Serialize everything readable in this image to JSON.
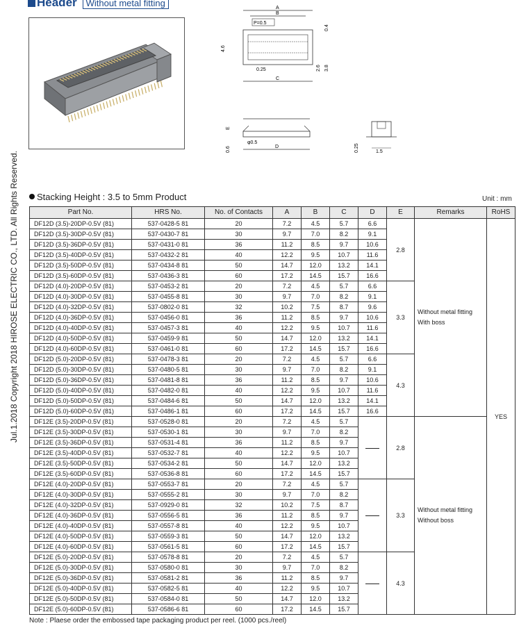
{
  "side_copyright": "Jul.1.2018  Copyright 2018 HIROSE ELECTRIC CO., LTD. All Rights Reserved.",
  "header": {
    "title": "Header",
    "subtitle": "Without metal fitting"
  },
  "drawing_labels": {
    "top": {
      "A": "A",
      "B": "B",
      "P": "P=0.5",
      "d04": "0.4",
      "d46": "4.6",
      "d025": "0.25",
      "C": "C",
      "d26": "2.6",
      "d38": "3.8"
    },
    "bottom": {
      "E": "E",
      "d06": "0.6",
      "phi": "φ0.5",
      "D": "D",
      "d025": "0.25",
      "d15": "1.5"
    }
  },
  "section_title": "Stacking Height : 3.5 to 5mm Product",
  "unit": "Unit : mm",
  "columns": [
    "Part No.",
    "HRS No.",
    "No. of Contacts",
    "A",
    "B",
    "C",
    "D",
    "E",
    "Remarks",
    "RoHS"
  ],
  "groups": [
    {
      "e": "2.8",
      "rows": [
        [
          "DF12D (3.5)-20DP-0.5V (81)",
          "537-0428-5 81",
          "20",
          "7.2",
          "4.5",
          "5.7",
          "6.6"
        ],
        [
          "DF12D (3.5)-30DP-0.5V (81)",
          "537-0430-7 81",
          "30",
          "9.7",
          "7.0",
          "8.2",
          "9.1"
        ],
        [
          "DF12D (3.5)-36DP-0.5V (81)",
          "537-0431-0 81",
          "36",
          "11.2",
          "8.5",
          "9.7",
          "10.6"
        ],
        [
          "DF12D (3.5)-40DP-0.5V (81)",
          "537-0432-2 81",
          "40",
          "12.2",
          "9.5",
          "10.7",
          "11.6"
        ],
        [
          "DF12D (3.5)-50DP-0.5V (81)",
          "537-0434-8 81",
          "50",
          "14.7",
          "12.0",
          "13.2",
          "14.1"
        ],
        [
          "DF12D (3.5)-60DP-0.5V (81)",
          "537-0436-3 81",
          "60",
          "17.2",
          "14.5",
          "15.7",
          "16.6"
        ]
      ]
    },
    {
      "e": "3.3",
      "rows": [
        [
          "DF12D (4.0)-20DP-0.5V (81)",
          "537-0453-2 81",
          "20",
          "7.2",
          "4.5",
          "5.7",
          "6.6"
        ],
        [
          "DF12D (4.0)-30DP-0.5V (81)",
          "537-0455-8 81",
          "30",
          "9.7",
          "7.0",
          "8.2",
          "9.1"
        ],
        [
          "DF12D (4.0)-32DP-0.5V (81)",
          "537-0802-0 81",
          "32",
          "10.2",
          "7.5",
          "8.7",
          "9.6"
        ],
        [
          "DF12D (4.0)-36DP-0.5V (81)",
          "537-0456-0 81",
          "36",
          "11.2",
          "8.5",
          "9.7",
          "10.6"
        ],
        [
          "DF12D (4.0)-40DP-0.5V (81)",
          "537-0457-3 81",
          "40",
          "12.2",
          "9.5",
          "10.7",
          "11.6"
        ],
        [
          "DF12D (4.0)-50DP-0.5V (81)",
          "537-0459-9 81",
          "50",
          "14.7",
          "12.0",
          "13.2",
          "14.1"
        ],
        [
          "DF12D (4.0)-60DP-0.5V (81)",
          "537-0461-0 81",
          "60",
          "17.2",
          "14.5",
          "15.7",
          "16.6"
        ]
      ]
    },
    {
      "e": "4.3",
      "rows": [
        [
          "DF12D (5.0)-20DP-0.5V (81)",
          "537-0478-3 81",
          "20",
          "7.2",
          "4.5",
          "5.7",
          "6.6"
        ],
        [
          "DF12D (5.0)-30DP-0.5V (81)",
          "537-0480-5 81",
          "30",
          "9.7",
          "7.0",
          "8.2",
          "9.1"
        ],
        [
          "DF12D (5.0)-36DP-0.5V (81)",
          "537-0481-8 81",
          "36",
          "11.2",
          "8.5",
          "9.7",
          "10.6"
        ],
        [
          "DF12D (5.0)-40DP-0.5V (81)",
          "537-0482-0 81",
          "40",
          "12.2",
          "9.5",
          "10.7",
          "11.6"
        ],
        [
          "DF12D (5.0)-50DP-0.5V (81)",
          "537-0484-6 81",
          "50",
          "14.7",
          "12.0",
          "13.2",
          "14.1"
        ],
        [
          "DF12D (5.0)-60DP-0.5V (81)",
          "537-0486-1 81",
          "60",
          "17.2",
          "14.5",
          "15.7",
          "16.6"
        ]
      ]
    },
    {
      "e": "2.8",
      "rows": [
        [
          "DF12E (3.5)-20DP-0.5V (81)",
          "537-0528-0 81",
          "20",
          "7.2",
          "4.5",
          "5.7"
        ],
        [
          "DF12E (3.5)-30DP-0.5V (81)",
          "537-0530-1 81",
          "30",
          "9.7",
          "7.0",
          "8.2"
        ],
        [
          "DF12E (3.5)-36DP-0.5V (81)",
          "537-0531-4 81",
          "36",
          "11.2",
          "8.5",
          "9.7"
        ],
        [
          "DF12E (3.5)-40DP-0.5V (81)",
          "537-0532-7 81",
          "40",
          "12.2",
          "9.5",
          "10.7"
        ],
        [
          "DF12E (3.5)-50DP-0.5V (81)",
          "537-0534-2 81",
          "50",
          "14.7",
          "12.0",
          "13.2"
        ],
        [
          "DF12E (3.5)-60DP-0.5V (81)",
          "537-0536-8 81",
          "60",
          "17.2",
          "14.5",
          "15.7"
        ]
      ]
    },
    {
      "e": "3.3",
      "rows": [
        [
          "DF12E (4.0)-20DP-0.5V (81)",
          "537-0553-7 81",
          "20",
          "7.2",
          "4.5",
          "5.7"
        ],
        [
          "DF12E (4.0)-30DP-0.5V (81)",
          "537-0555-2 81",
          "30",
          "9.7",
          "7.0",
          "8.2"
        ],
        [
          "DF12E (4.0)-32DP-0.5V (81)",
          "537-0929-0 81",
          "32",
          "10.2",
          "7.5",
          "8.7"
        ],
        [
          "DF12E (4.0)-36DP-0.5V (81)",
          "537-0556-5 81",
          "36",
          "11.2",
          "8.5",
          "9.7"
        ],
        [
          "DF12E (4.0)-40DP-0.5V (81)",
          "537-0557-8 81",
          "40",
          "12.2",
          "9.5",
          "10.7"
        ],
        [
          "DF12E (4.0)-50DP-0.5V (81)",
          "537-0559-3 81",
          "50",
          "14.7",
          "12.0",
          "13.2"
        ],
        [
          "DF12E (4.0)-60DP-0.5V (81)",
          "537-0561-5 81",
          "60",
          "17.2",
          "14.5",
          "15.7"
        ]
      ]
    },
    {
      "e": "4.3",
      "rows": [
        [
          "DF12E (5.0)-20DP-0.5V (81)",
          "537-0578-8 81",
          "20",
          "7.2",
          "4.5",
          "5.7"
        ],
        [
          "DF12E (5.0)-30DP-0.5V (81)",
          "537-0580-0 81",
          "30",
          "9.7",
          "7.0",
          "8.2"
        ],
        [
          "DF12E (5.0)-36DP-0.5V (81)",
          "537-0581-2 81",
          "36",
          "11.2",
          "8.5",
          "9.7"
        ],
        [
          "DF12E (5.0)-40DP-0.5V (81)",
          "537-0582-5 81",
          "40",
          "12.2",
          "9.5",
          "10.7"
        ],
        [
          "DF12E (5.0)-50DP-0.5V (81)",
          "537-0584-0 81",
          "50",
          "14.7",
          "12.0",
          "13.2"
        ],
        [
          "DF12E (5.0)-60DP-0.5V (81)",
          "537-0586-6 81",
          "60",
          "17.2",
          "14.5",
          "15.7"
        ]
      ]
    }
  ],
  "remarks": {
    "df12d": [
      "Without metal fitting",
      "With boss"
    ],
    "df12e": [
      "Without metal fitting",
      "Without boss"
    ]
  },
  "rohs": "YES",
  "note": "Note : Plaese order the embossed tape packaging product per reel. (1000 pcs./reel)"
}
